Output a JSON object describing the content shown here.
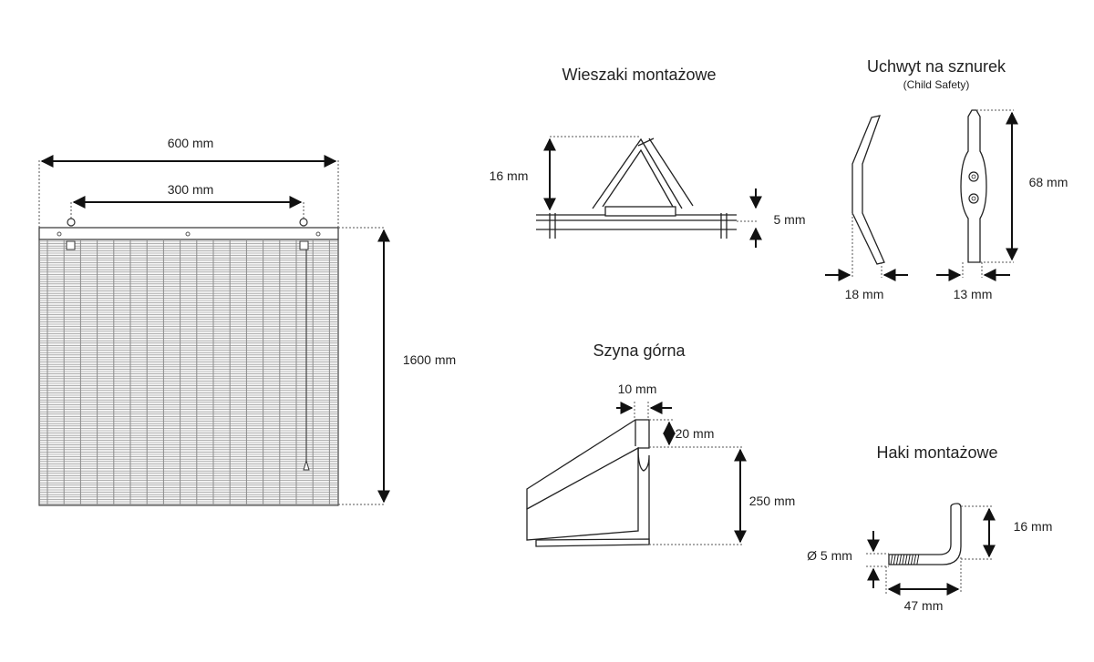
{
  "blind": {
    "width_label": "600 mm",
    "hook_spacing_label": "300 mm",
    "height_label": "1600 mm"
  },
  "hangers": {
    "title": "Wieszaki montażowe",
    "height_label": "16 mm",
    "rail_label": "5 mm"
  },
  "cleat": {
    "title": "Uchwyt na sznurek",
    "subtitle": "(Child Safety)",
    "height_label": "68 mm",
    "side_width_label": "18 mm",
    "front_width_label": "13 mm"
  },
  "top_rail": {
    "title": "Szyna górna",
    "lip_label": "10 mm",
    "lip_height_label": "20 mm",
    "height_label": "250 mm"
  },
  "hooks": {
    "title": "Haki montażowe",
    "height_label": "16 mm",
    "diameter_label": "Ø 5 mm",
    "length_label": "47 mm"
  }
}
